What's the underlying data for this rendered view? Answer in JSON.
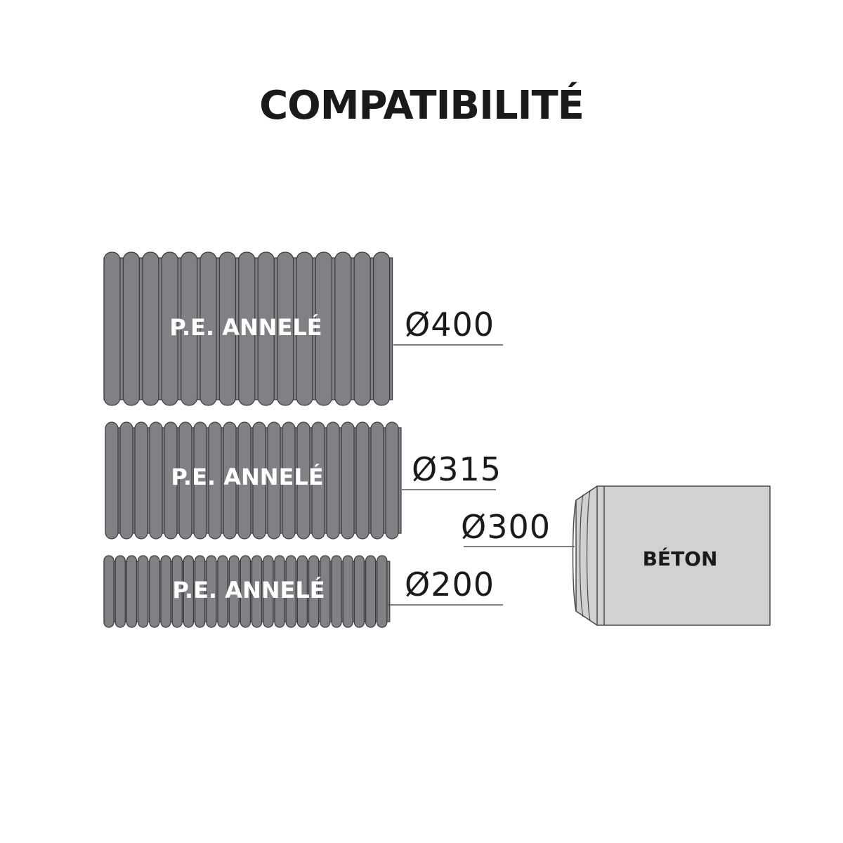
{
  "title": "COMPATIBILITÉ",
  "pipes": [
    {
      "material": "P.E. ANNELÉ",
      "diameter": "Ø400"
    },
    {
      "material": "P.E. ANNELÉ",
      "diameter": "Ø315"
    },
    {
      "material": "P.E. ANNELÉ",
      "diameter": "Ø200"
    }
  ],
  "concrete": {
    "material": "BÉTON",
    "diameter": "Ø300"
  },
  "colors": {
    "pe_pipe": "#808185",
    "pe_outline": "#3a3a3a",
    "concrete": "#d2d0d2",
    "text_dark": "#1a1a1a",
    "leader_line": "#555555"
  }
}
